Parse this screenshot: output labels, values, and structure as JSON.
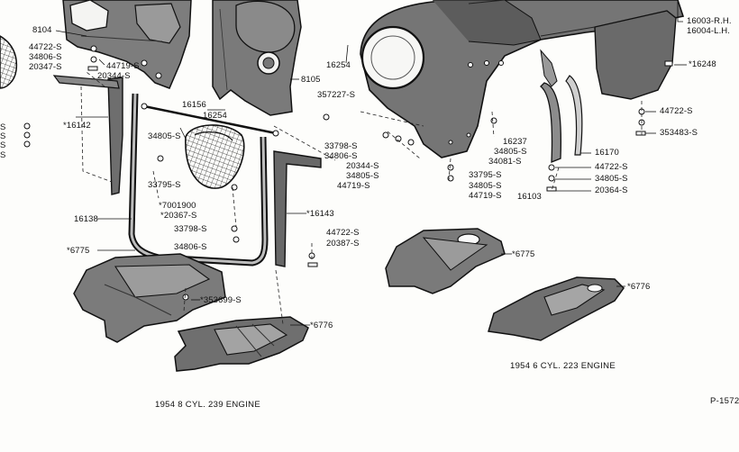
{
  "diagram": {
    "sheet_number": "P-1572",
    "captions": {
      "v8": "1954 8 CYL. 239 ENGINE",
      "six": "1954 6 CYL. 223 ENGINE"
    },
    "labels": [
      {
        "id": "8104",
        "text": "8104"
      },
      {
        "id": "44722a",
        "text": "44722-S"
      },
      {
        "id": "34806a",
        "text": "34806-S"
      },
      {
        "id": "20347",
        "text": "20347-S"
      },
      {
        "id": "44719a",
        "text": "44719-S"
      },
      {
        "id": "20344a",
        "text": "20344-S"
      },
      {
        "id": "16142",
        "text": "16142"
      },
      {
        "id": "edge1",
        "text": "S"
      },
      {
        "id": "edge2",
        "text": "S"
      },
      {
        "id": "edge3",
        "text": "S"
      },
      {
        "id": "edge4",
        "text": "S"
      },
      {
        "id": "8105",
        "text": "8105"
      },
      {
        "id": "357227",
        "text": "357227-S"
      },
      {
        "id": "16156",
        "text": "16156"
      },
      {
        "id": "16254a",
        "text": "16254"
      },
      {
        "id": "16254b",
        "text": "16254"
      },
      {
        "id": "34805a",
        "text": "34805-S"
      },
      {
        "id": "33795a",
        "text": "33795-S"
      },
      {
        "id": "33798a",
        "text": "33798-S"
      },
      {
        "id": "34806b",
        "text": "34806-S"
      },
      {
        "id": "20344b",
        "text": "20344-S"
      },
      {
        "id": "34805b",
        "text": "34805-S"
      },
      {
        "id": "44719b",
        "text": "44719-S"
      },
      {
        "id": "7001900",
        "text": "7001900"
      },
      {
        "id": "20367",
        "text": "20367-S"
      },
      {
        "id": "16138",
        "text": "16138"
      },
      {
        "id": "16143",
        "text": "16143"
      },
      {
        "id": "33798b",
        "text": "33798-S"
      },
      {
        "id": "34806c",
        "text": "34806-S"
      },
      {
        "id": "44722b",
        "text": "44722-S"
      },
      {
        "id": "20387",
        "text": "20387-S"
      },
      {
        "id": "6775a",
        "text": "6775"
      },
      {
        "id": "353699",
        "text": "353699-S"
      },
      {
        "id": "6776a",
        "text": "6776"
      },
      {
        "id": "33795b",
        "text": "33795-S"
      },
      {
        "id": "34805c",
        "text": "34805-S"
      },
      {
        "id": "44719c",
        "text": "44719-S"
      },
      {
        "id": "16237",
        "text": "16237"
      },
      {
        "id": "34805d",
        "text": "34805-S"
      },
      {
        "id": "34081",
        "text": "34081-S"
      },
      {
        "id": "16103",
        "text": "16103"
      },
      {
        "id": "16003",
        "text": "16003-R.H."
      },
      {
        "id": "16004",
        "text": "16004-L.H."
      },
      {
        "id": "16248",
        "text": "16248"
      },
      {
        "id": "44722c",
        "text": "44722-S"
      },
      {
        "id": "353483",
        "text": "353483-S"
      },
      {
        "id": "16170",
        "text": "16170"
      },
      {
        "id": "44722d",
        "text": "44722-S"
      },
      {
        "id": "34805e",
        "text": "34805-S"
      },
      {
        "id": "20364",
        "text": "20364-S"
      },
      {
        "id": "6775b",
        "text": "6775"
      },
      {
        "id": "6776b",
        "text": "6776"
      }
    ]
  }
}
